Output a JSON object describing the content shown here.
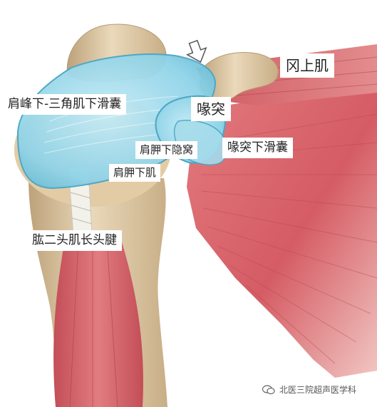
{
  "labels": {
    "subacromial_bursa": "肩峰下-三角肌下滑囊",
    "coracoid": "喙突",
    "supraspinatus": "冈上肌",
    "subscapular_recess": "肩胛下隐窝",
    "subcoracoid_bursa": "喙突下滑囊",
    "subscapularis": "肩胛下肌",
    "biceps_tendon": "肱二头肌长头腱"
  },
  "watermark": {
    "text": "北医三院超声医学科",
    "icon": "wechat-icon"
  },
  "colors": {
    "bone": "#e6d3b1",
    "bone_shade": "#c8ae86",
    "bursa": "#8fd3e8",
    "bursa_edge": "#4aa6c4",
    "muscle": "#dc6a6e",
    "muscle_light": "#f2b6b4",
    "tendon": "#f0efe8"
  },
  "icons": {
    "pointer": "arrow-icon"
  }
}
